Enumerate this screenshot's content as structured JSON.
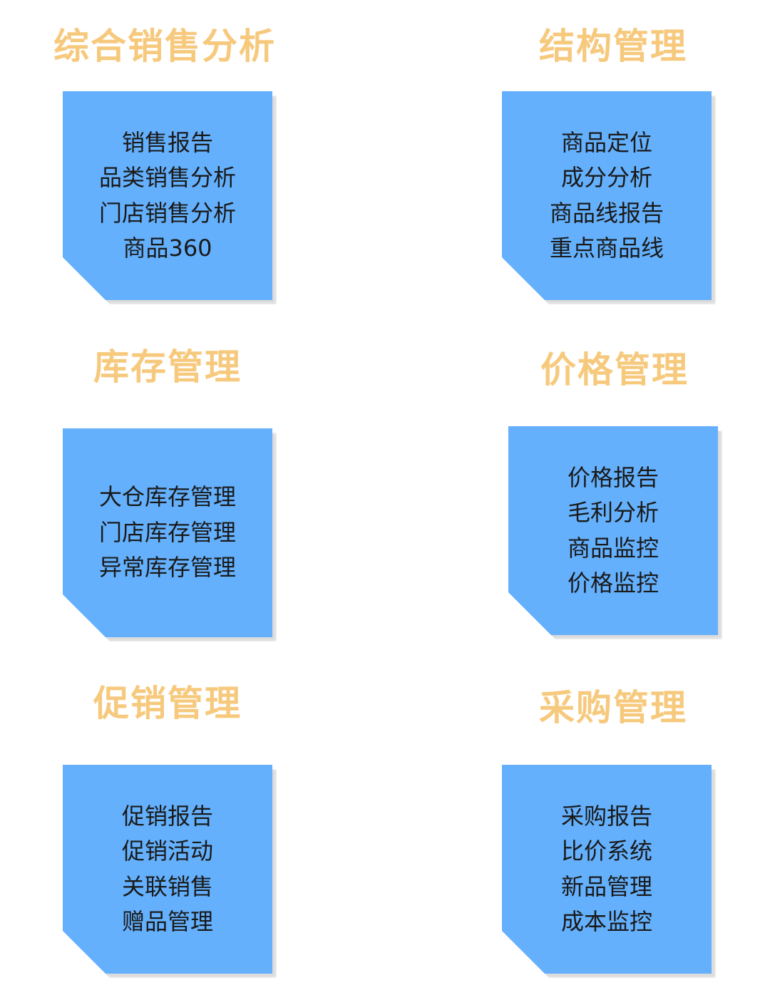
{
  "sections": [
    {
      "title": "综合销售分析",
      "items": [
        "销售报告",
        "品类销售分析",
        "门店销售分析",
        "商品360"
      ]
    },
    {
      "title": "结构管理",
      "items": [
        "商品定位",
        "成分分析",
        "商品线报告",
        "重点商品线"
      ]
    },
    {
      "title": "库存管理",
      "items": [
        "大仓库存管理",
        "门店库存管理",
        "异常库存管理"
      ]
    },
    {
      "title": "价格管理",
      "items": [
        "价格报告",
        "毛利分析",
        "商品监控",
        "价格监控"
      ]
    },
    {
      "title": "促销管理",
      "items": [
        "促销报告",
        "促销活动",
        "关联销售",
        "赠品管理"
      ]
    },
    {
      "title": "采购管理",
      "items": [
        "采购报告",
        "比价系统",
        "新品管理",
        "成本监控"
      ]
    }
  ],
  "colors": {
    "title": "#f6c97d",
    "card": "#64b0fc",
    "card_text": "#1a1a1a"
  }
}
